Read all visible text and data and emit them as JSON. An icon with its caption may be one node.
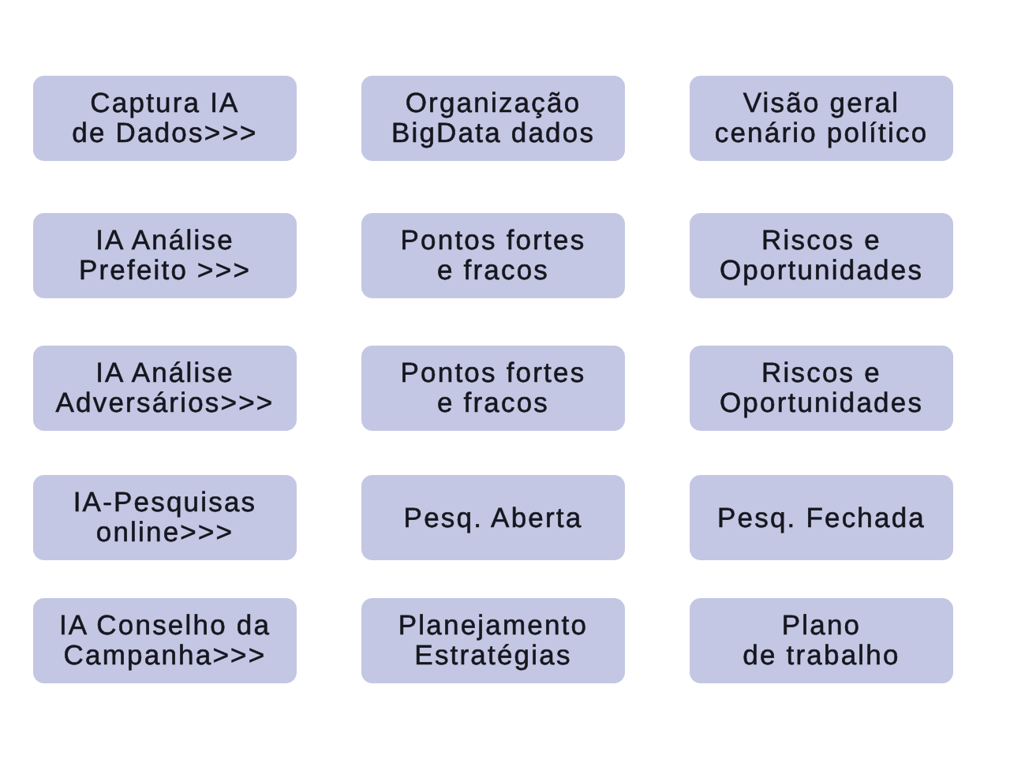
{
  "diagram": {
    "nodes": [
      {
        "text": [
          "Captura IA de Dados>>>"
        ]
      },
      {
        "text": [
          "Organização BigData dados"
        ]
      },
      {
        "text": [
          "Visão geral cenário político"
        ]
      },
      {
        "text": [
          "IA Análise Prefeito >>>"
        ]
      },
      {
        "text": [
          "Pontos fortes e fracos"
        ]
      },
      {
        "text": [
          "Riscos e Oportunidades"
        ]
      },
      {
        "text": [
          "IA Análise Adversários>>>"
        ]
      },
      {
        "text": [
          "Pontos fortes e fracos"
        ]
      },
      {
        "text": [
          "Riscos e Oportunidades"
        ]
      },
      {
        "text": [
          "IA-Pesquisas online>>>"
        ]
      },
      {
        "text": [
          "Pesq. Aberta"
        ]
      },
      {
        "text": [
          "Pesq. Fechada"
        ]
      },
      {
        "text": [
          "IA Conselho da Campanha>>>"
        ]
      },
      {
        "text": [
          "Planejamento Estratégias"
        ]
      },
      {
        "text": [
          "Plano de trabalho"
        ]
      }
    ]
  }
}
